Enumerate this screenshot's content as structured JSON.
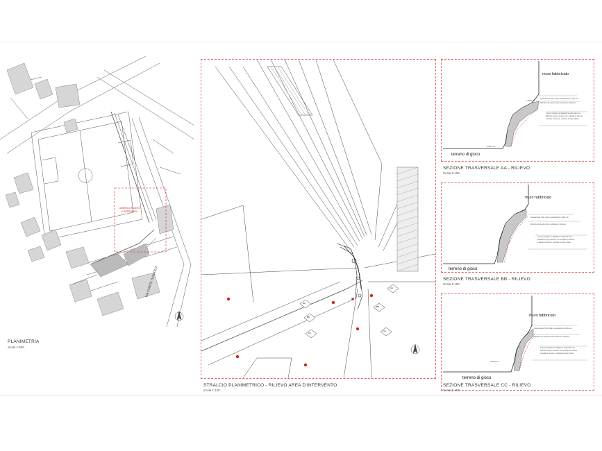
{
  "sheet": {
    "planimetria": {
      "title": "PLANIMETRIA",
      "scale": "Scala 1:500",
      "street_label": "VIA CONTE TUSCOLO",
      "area_label_line1": "AMBITO DI RILIEVO",
      "area_label_line2": "E INTERVENTO"
    },
    "stralcio": {
      "title": "STRALCIO PLANIMETRICO - RILIEVO AREA D'INTERVENTO",
      "scale": "Scala 1:100",
      "section_markers": [
        "AA",
        "AA",
        "BB",
        "BB",
        "CC",
        "CC"
      ],
      "marker_sheet_ref": "EA01"
    },
    "sections": [
      {
        "title": "SEZIONE TRASVERSALE AA - RILIEVO",
        "scale": "Scala 1:100",
        "label_top": "muro fabbricato",
        "label_bottom": "terreno di gioco"
      },
      {
        "title": "SEZIONE TRASVERSALE BB - RILIEVO",
        "scale": "Scala 1:100",
        "label_top": "muro fabbricato",
        "label_bottom": "terreno di gioco"
      },
      {
        "title": "SEZIONE TRASVERSALE CC - RILIEVO",
        "scale": "Scala 1:100",
        "label_top": "muro fabbricato",
        "label_bottom": "terreno di gioco"
      }
    ],
    "colors": {
      "frame": "#e06a6a",
      "line": "#333333",
      "building": "#d6d6d6",
      "section_fill": "#c8c8c8",
      "red_marker": "#d22020"
    }
  }
}
